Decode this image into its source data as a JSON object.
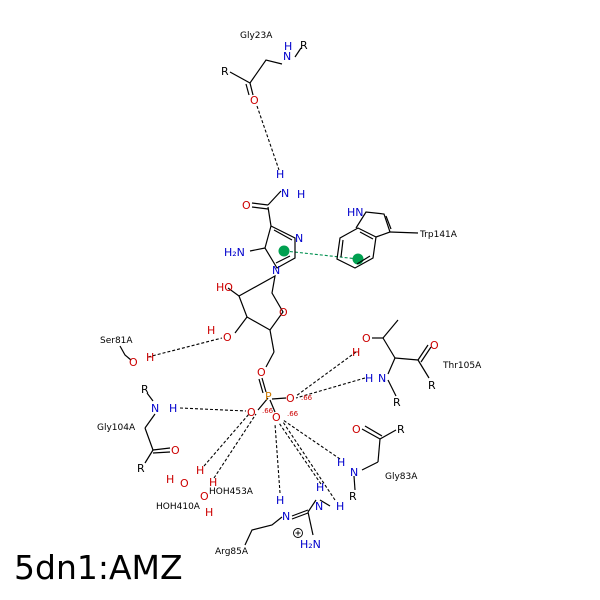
{
  "title": "5dn1:AMZ",
  "residues": {
    "gly23": "Gly23A",
    "trp141": "Trp141A",
    "ser81": "Ser81A",
    "thr105": "Thr105A",
    "gly104": "Gly104A",
    "gly83": "Gly83A",
    "arg85": "Arg85A",
    "hoh453": "HOH453A",
    "hoh410": "HOH410A"
  },
  "charges": {
    "o1": ".66",
    "o2": ".66",
    "o3": ".66"
  },
  "colors": {
    "oxygen": "#cc0000",
    "nitrogen": "#0000cc",
    "phosphorus": "#cc7a00",
    "pi_stack": "#00a050"
  }
}
